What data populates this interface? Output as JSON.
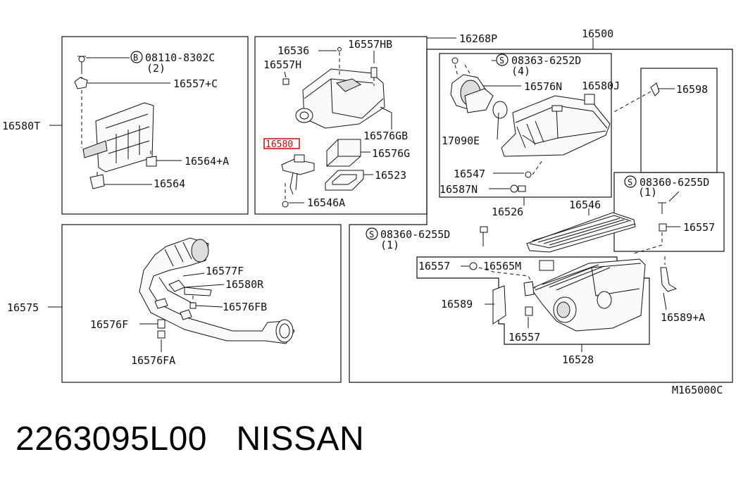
{
  "diagram": {
    "ref_code": "M165000C",
    "labels": {
      "p16580T": "16580T",
      "p08110": "08110-8302C",
      "p08110_qty": "(2)",
      "p08110_b": "B",
      "p16557C": "16557+C",
      "p16564A": "16564+A",
      "p16564": "16564",
      "p16536": "16536",
      "p16557HB": "16557HB",
      "p16557H": "16557H",
      "p16268P": "16268P",
      "p16580hl": "16580",
      "p16576GB": "16576GB",
      "p16576G": "16576G",
      "p16523": "16523",
      "p16546A": "16546A",
      "p16500": "16500",
      "p08363": "08363-6252D",
      "p08363_qty": "(4)",
      "p08363_s": "S",
      "p16576N": "16576N",
      "p16580J": "16580J",
      "p16598": "16598",
      "p17090E": "17090E",
      "p16547": "16547",
      "p16587N": "16587N",
      "p16526": "16526",
      "p16546": "16546",
      "p08360a": "08360-6255D",
      "p08360a_qty": "(1)",
      "p08360a_s": "S",
      "p16557a": "16557",
      "p08360b": "08360-6255D",
      "p08360b_qty": "(1)",
      "p08360b_s": "S",
      "p16575": "16575",
      "p16577F": "16577F",
      "p16580R": "16580R",
      "p16576FB": "16576FB",
      "p16576F": "16576F",
      "p16576FA": "16576FA",
      "p16557b": "16557",
      "p16565M": "16565M",
      "p16589": "16589",
      "p16589A": "16589+A",
      "p16557c": "16557",
      "p16528": "16528"
    }
  },
  "footer": {
    "part_number": "2263095L00",
    "brand": "NISSAN"
  }
}
